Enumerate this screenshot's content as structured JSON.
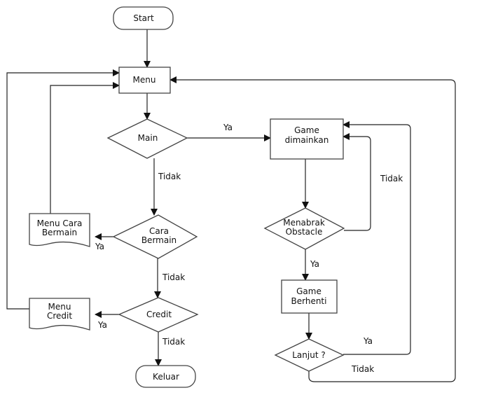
{
  "nodes": {
    "start": [
      "Start"
    ],
    "menu": [
      "Menu"
    ],
    "main": [
      "Main"
    ],
    "cara_bermain": [
      "Cara",
      "Bermain"
    ],
    "menu_cara_bermain": [
      "Menu Cara",
      "Bermain"
    ],
    "credit": [
      "Credit"
    ],
    "menu_credit": [
      "Menu",
      "Credit"
    ],
    "keluar": [
      "Keluar"
    ],
    "game_dimainkan": [
      "Game",
      "dimainkan"
    ],
    "menabrak_obstacle": [
      "Menabrak",
      "Obstacle"
    ],
    "game_berhenti": [
      "Game",
      "Berhenti"
    ],
    "lanjut": [
      "Lanjut ?"
    ]
  },
  "edge_labels": {
    "main_ya": "Ya",
    "main_tidak": "Tidak",
    "cara_bermain_ya": "Ya",
    "cara_bermain_tidak": "Tidak",
    "credit_ya": "Ya",
    "credit_tidak": "Tidak",
    "menabrak_tidak": "Tidak",
    "menabrak_ya": "Ya",
    "lanjut_ya": "Ya",
    "lanjut_tidak": "Tidak"
  }
}
